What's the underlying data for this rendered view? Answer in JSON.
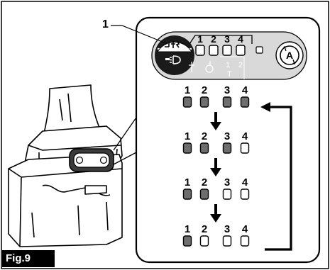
{
  "figure": {
    "label": "Fig.9",
    "callout": "1"
  },
  "panel": {
    "segment_numbers": [
      "1",
      "2",
      "3",
      "4"
    ],
    "mode_numbers": [
      "1",
      "2"
    ],
    "mode_letter": "T",
    "auto_letter": "A"
  },
  "sequence": {
    "labels": [
      "1",
      "2",
      "3",
      "4"
    ],
    "steps": [
      {
        "lit": [
          true,
          true,
          true,
          true
        ]
      },
      {
        "lit": [
          true,
          true,
          true,
          false
        ]
      },
      {
        "lit": [
          true,
          true,
          false,
          false
        ]
      },
      {
        "lit": [
          true,
          false,
          false,
          false
        ]
      }
    ],
    "colors": {
      "lit": "#6e6e6e",
      "unlit": "#ffffff",
      "outline": "#000000"
    }
  }
}
